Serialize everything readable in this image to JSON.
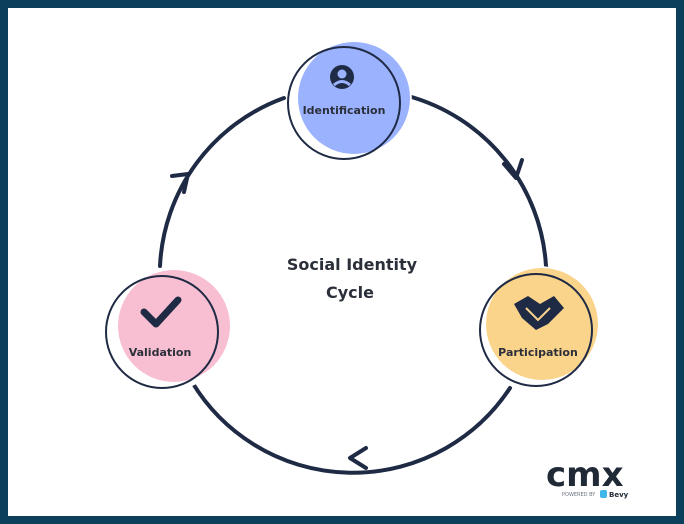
{
  "diagram": {
    "center_title_line1": "Social Identity",
    "center_title_line2": "Cycle",
    "nodes": [
      {
        "label": "Identification",
        "icon": "user-circle-icon",
        "color": "#9bb3ff"
      },
      {
        "label": "Participation",
        "icon": "handshake-icon",
        "color": "#fbd48c"
      },
      {
        "label": "Validation",
        "icon": "checkmark-icon",
        "color": "#f8bfd3"
      }
    ],
    "line_color": "#1f2a44"
  },
  "logo": {
    "brand": "cmx",
    "powered_by": "POWERED BY",
    "partner": "Bevy"
  }
}
